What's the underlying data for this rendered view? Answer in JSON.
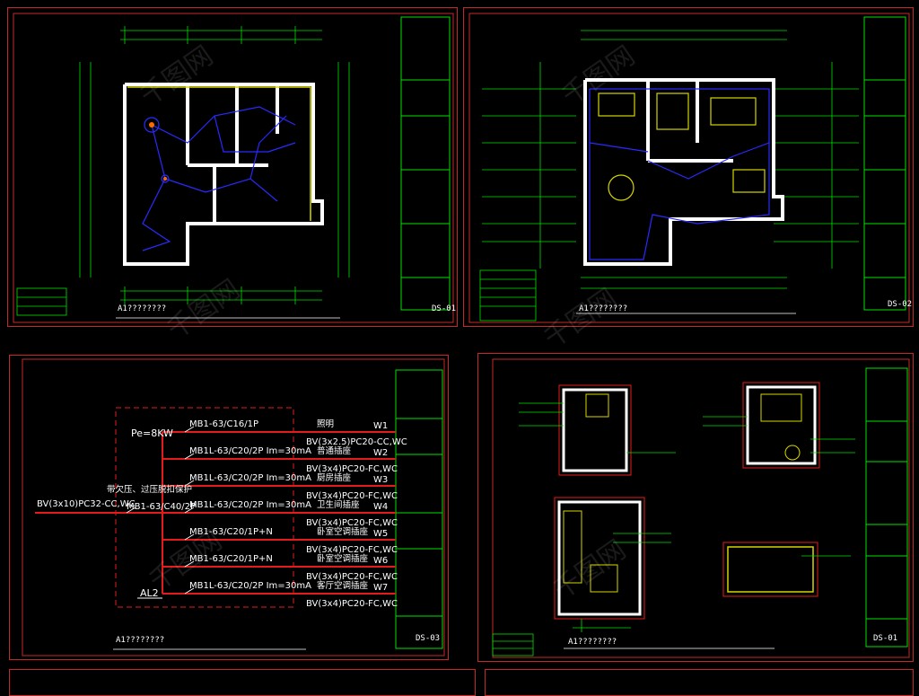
{
  "colors": {
    "frame": "#c62828",
    "title_block": "#00e000",
    "dims": "#00e000",
    "walls": "#ffffff",
    "wiring": "#2a2aff",
    "circuits": "#e31b1b",
    "text": "#ffffff"
  },
  "sheets": {
    "s1": {
      "number": "DS-01",
      "drawing_title": "A1????????"
    },
    "s2": {
      "number": "DS-02",
      "drawing_title": "A1????????"
    },
    "s3": {
      "number": "DS-03",
      "drawing_title": "A1????????"
    },
    "s4": {
      "number": "DS-01",
      "drawing_title": "A1????????"
    }
  },
  "distribution": {
    "power": "Pe=8KW",
    "incoming_cable": "BV(3x10)PC32-CC,WC",
    "incoming_protection": "带欠压、过压脱扣保护",
    "main_breaker": "MB1-63/C40/2P",
    "panel_tag": "AL2",
    "circuits": [
      {
        "breaker": "MB1-63/C16/1P",
        "name": "照明",
        "id": "W1",
        "cable": "BV(3x2.5)PC20-CC,WC"
      },
      {
        "breaker": "MB1L-63/C20/2P Im=30mA",
        "name": "普通插座",
        "id": "W2",
        "cable": "BV(3x4)PC20-FC,WC"
      },
      {
        "breaker": "MB1L-63/C20/2P Im=30mA",
        "name": "厨房插座",
        "id": "W3",
        "cable": "BV(3x4)PC20-FC,WC"
      },
      {
        "breaker": "MB1L-63/C20/2P Im=30mA",
        "name": "卫生间插座",
        "id": "W4",
        "cable": "BV(3x4)PC20-FC,WC"
      },
      {
        "breaker": "MB1-63/C20/1P+N",
        "name": "卧室空调插座",
        "id": "W5",
        "cable": "BV(3x4)PC20-FC,WC"
      },
      {
        "breaker": "MB1-63/C20/1P+N",
        "name": "卧室空调插座",
        "id": "W6",
        "cable": "BV(3x4)PC20-FC,WC"
      },
      {
        "breaker": "MB1L-63/C20/2P Im=30mA",
        "name": "客厅空调插座",
        "id": "W7",
        "cable": "BV(3x4)PC20-FC,WC"
      }
    ]
  },
  "watermark": "千图网"
}
